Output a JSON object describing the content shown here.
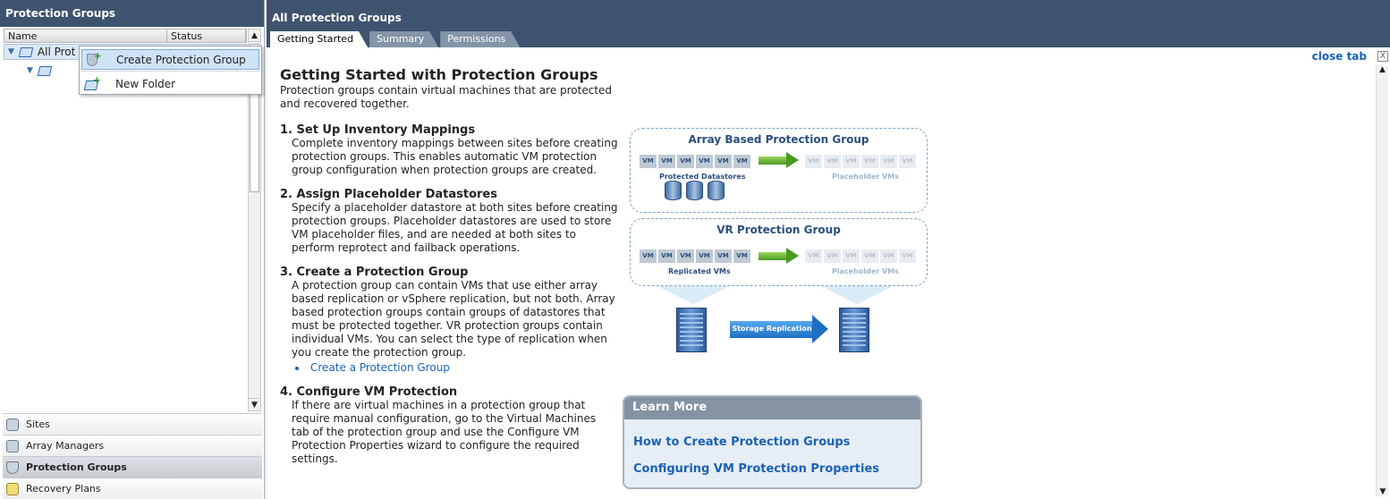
{
  "left_panel": {
    "title": "Protection Groups",
    "columns": [
      "Name",
      "Status"
    ],
    "tree": {
      "root_label": "All Prot"
    },
    "context_menu": {
      "items": [
        "Create Protection Group",
        "New Folder"
      ]
    },
    "nav": {
      "items": [
        "Sites",
        "Array Managers",
        "Protection Groups",
        "Recovery Plans"
      ],
      "active": "Protection Groups"
    }
  },
  "right_panel": {
    "title": "All Protection Groups",
    "tabs": [
      "Getting Started",
      "Summary",
      "Permissions"
    ],
    "active_tab": "Getting Started",
    "close_tab": "close tab",
    "close_x": "X",
    "content": {
      "title": "Getting Started with Protection Groups",
      "intro": "Protection groups contain virtual machines that are protected and recovered together.",
      "steps": [
        {
          "title": "1. Set Up Inventory Mappings",
          "body": "Complete inventory mappings between sites before creating protection groups. This enables automatic VM protection group configuration when protection groups are created."
        },
        {
          "title": "2. Assign Placeholder Datastores",
          "body": "Specify a placeholder datastore at both sites before creating protection groups. Placeholder datastores are used to store VM placeholder files, and are needed at both sites to perform reprotect and failback operations."
        },
        {
          "title": "3. Create a Protection Group",
          "body": "A protection group can contain VMs that use either array based replication or vSphere replication, but not both. Array based protection groups contain groups of datastores that must be protected together. VR protection groups contain individual VMs. You can select the type of replication when you create the protection group.",
          "link": "Create a Protection Group"
        },
        {
          "title": "4. Configure VM Protection",
          "body": "If there are virtual machines in a protection group that require manual configuration, go to the Virtual Machines tab of the protection group and use the Configure VM Protection Properties wizard to configure the required settings."
        }
      ]
    },
    "diagram": {
      "array_group_title": "Array Based Protection Group",
      "vr_group_title": "VR Protection Group",
      "vm_label": "VM",
      "protected_datastores": "Protected Datastores",
      "placeholder_vms": "Placeholder VMs",
      "replicated_vms": "Replicated VMs",
      "storage_replication": "Storage Replication"
    },
    "learn_more": {
      "title": "Learn More",
      "links": [
        "How to Create Protection Groups",
        "Configuring VM Protection Properties"
      ]
    }
  }
}
